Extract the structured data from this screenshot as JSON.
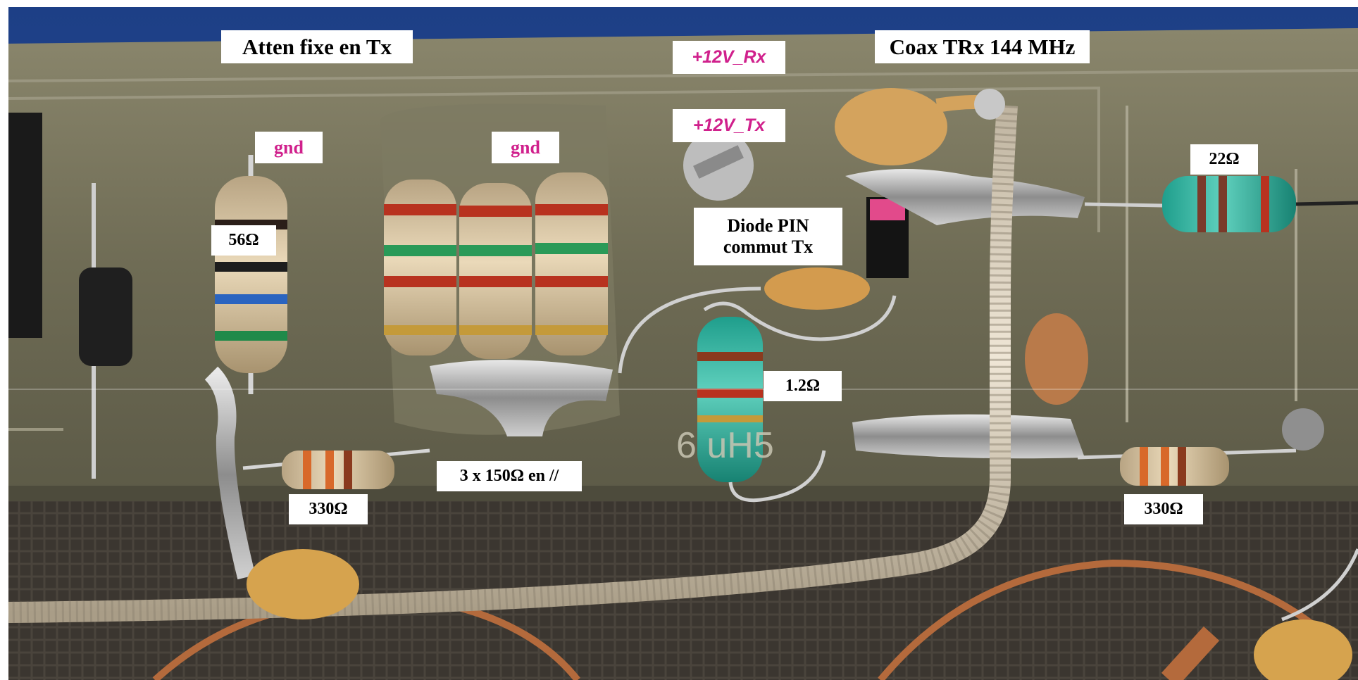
{
  "labels": {
    "atten": "Atten fixe en Tx",
    "v12rx": "+12V_Rx",
    "v12tx": "+12V_Tx",
    "coax": "Coax TRx 144 MHz",
    "gnd_left": "gnd",
    "gnd_mid": "gnd",
    "r56": "56Ω",
    "diode_line1": "Diode PIN",
    "diode_line2": "commut Tx",
    "r22": "22Ω",
    "r1_2": "1.2Ω",
    "r3x150": "3 x 150Ω en //",
    "r330_left": "330Ω",
    "r330_right": "330Ω"
  },
  "colors": {
    "board": "#6f6c55",
    "label_text": "#000000",
    "label_accent": "#d0208c"
  },
  "icons": {
    "photo": "circuit-board-photo"
  }
}
